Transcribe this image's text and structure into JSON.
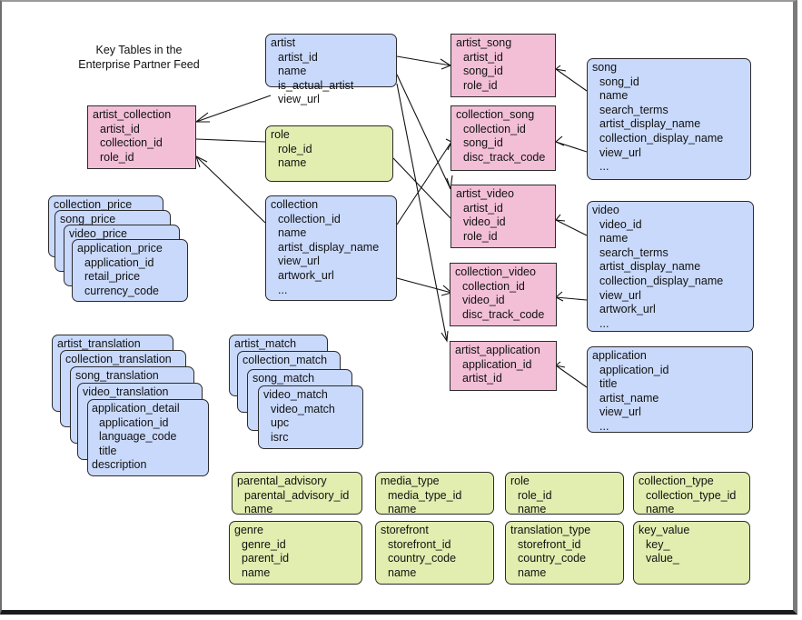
{
  "title": [
    "Key Tables in the",
    "Enterprise Partner Feed"
  ],
  "colors": {
    "entity": "#c9d9fb",
    "join": "#f2bfd6",
    "lookup": "#e2edb0"
  },
  "tables": {
    "artist": {
      "name": "artist",
      "fields": [
        "artist_id",
        "name",
        "is_actual_artist",
        "view_url"
      ]
    },
    "artist_collection": {
      "name": "artist_collection",
      "fields": [
        "artist_id",
        "collection_id",
        "role_id"
      ]
    },
    "role_main": {
      "name": "role",
      "fields": [
        "role_id",
        "name"
      ]
    },
    "collection": {
      "name": "collection",
      "fields": [
        "collection_id",
        "name",
        "artist_display_name",
        "view_url",
        "artwork_url",
        "..."
      ]
    },
    "artist_song": {
      "name": "artist_song",
      "fields": [
        "artist_id",
        "song_id",
        "role_id"
      ]
    },
    "collection_song": {
      "name": "collection_song",
      "fields": [
        "collection_id",
        "song_id",
        "disc_track_code"
      ]
    },
    "artist_video": {
      "name": "artist_video",
      "fields": [
        "artist_id",
        "video_id",
        "role_id"
      ]
    },
    "collection_video": {
      "name": "collection_video",
      "fields": [
        "collection_id",
        "video_id",
        "disc_track_code"
      ]
    },
    "artist_application": {
      "name": "artist_application",
      "fields": [
        "application_id",
        "artist_id"
      ]
    },
    "song": {
      "name": "song",
      "fields": [
        "song_id",
        "name",
        "search_terms",
        "artist_display_name",
        "collection_display_name",
        "view_url",
        "..."
      ]
    },
    "video": {
      "name": "video",
      "fields": [
        "video_id",
        "name",
        "search_terms",
        "artist_display_name",
        "collection_display_name",
        "view_url",
        "artwork_url",
        "..."
      ]
    },
    "application": {
      "name": "application",
      "fields": [
        "application_id",
        "title",
        "artist_name",
        "view_url",
        "..."
      ]
    },
    "price_stack": {
      "names": [
        "collection_price",
        "song_price",
        "video_price",
        "application_price"
      ],
      "fields": [
        "application_id",
        "retail_price",
        "currency_code"
      ]
    },
    "translation_stack": {
      "names": [
        "artist_translation",
        "collection_translation",
        "song_translation",
        "video_translation",
        "application_detail"
      ],
      "fields": [
        "application_id",
        "language_code",
        "title"
      ],
      "extra_field": "description"
    },
    "match_stack": {
      "names": [
        "artist_match",
        "collection_match",
        "song_match",
        "video_match"
      ],
      "fields": [
        "video_match",
        "upc",
        "isrc"
      ]
    },
    "parental_advisory": {
      "name": "parental_advisory",
      "fields": [
        "parental_advisory_id",
        "name"
      ]
    },
    "media_type": {
      "name": "media_type",
      "fields": [
        "media_type_id",
        "name"
      ]
    },
    "role_lookup": {
      "name": "role",
      "fields": [
        "role_id",
        "name"
      ]
    },
    "collection_type": {
      "name": "collection_type",
      "fields": [
        "collection_type_id",
        "name"
      ]
    },
    "genre": {
      "name": "genre",
      "fields": [
        "genre_id",
        "parent_id",
        "name"
      ]
    },
    "storefront": {
      "name": "storefront",
      "fields": [
        "storefront_id",
        "country_code",
        "name"
      ]
    },
    "translation_type": {
      "name": "translation_type",
      "fields": [
        "storefront_id",
        "country_code",
        "name"
      ]
    },
    "key_value": {
      "name": "key_value",
      "fields": [
        "key_",
        "value_"
      ]
    }
  },
  "relationships": [
    {
      "from": "artist",
      "to": "artist_collection",
      "cardinality": "one-to-many"
    },
    {
      "from": "role",
      "to": "artist_collection",
      "cardinality": "one-to-one"
    },
    {
      "from": "collection",
      "to": "artist_collection",
      "cardinality": "one-to-many"
    },
    {
      "from": "artist",
      "to": "artist_song",
      "cardinality": "one-to-many"
    },
    {
      "from": "artist",
      "to": "artist_video",
      "cardinality": "one-to-many"
    },
    {
      "from": "artist",
      "to": "artist_application",
      "cardinality": "one-to-many"
    },
    {
      "from": "role",
      "to": "artist_video",
      "cardinality": "one-to-one"
    },
    {
      "from": "collection",
      "to": "collection_song",
      "cardinality": "one-to-many"
    },
    {
      "from": "collection",
      "to": "collection_video",
      "cardinality": "one-to-many"
    },
    {
      "from": "song",
      "to": "artist_song",
      "cardinality": "one-to-many"
    },
    {
      "from": "song",
      "to": "collection_song",
      "cardinality": "one-to-many"
    },
    {
      "from": "video",
      "to": "artist_video",
      "cardinality": "one-to-many"
    },
    {
      "from": "video",
      "to": "collection_video",
      "cardinality": "one-to-many"
    },
    {
      "from": "application",
      "to": "artist_application",
      "cardinality": "one-to-many"
    }
  ]
}
